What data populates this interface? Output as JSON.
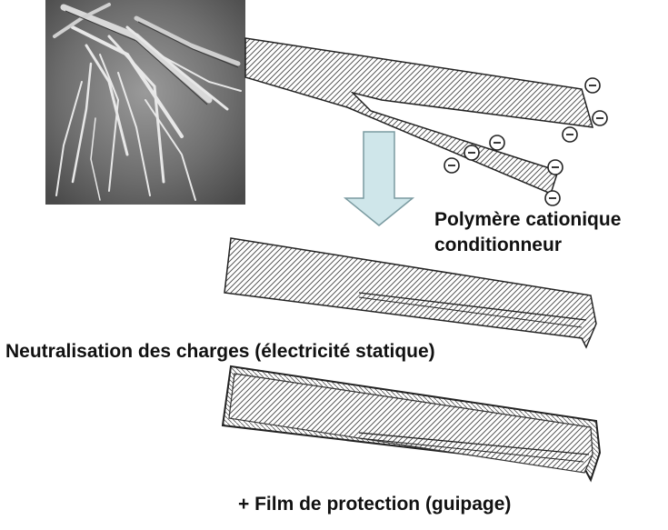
{
  "labels": {
    "polymer_line1": "Polymère cationique",
    "polymer_line2": "conditionneur",
    "neutralisation": "Neutralisation des charges (électricité statique)",
    "film": "+ Film de protection (guipage)"
  },
  "charge_symbol": "−",
  "colors": {
    "arrow_fill": "#cfe6ea",
    "arrow_stroke": "#7a9aa0",
    "hatch": "#444444",
    "outline": "#222222",
    "photo_bg": "#6f6f6f"
  }
}
